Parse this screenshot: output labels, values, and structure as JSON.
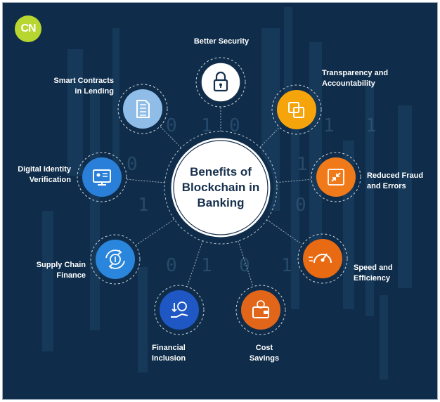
{
  "logo": {
    "text": "CN",
    "color": "#b7d630"
  },
  "hub": {
    "title": "Benefits of\nBlockchain in\nBanking"
  },
  "colors": {
    "background": "#0f2d4a",
    "blue": "#2a7fd4",
    "orange": "#f07a1a",
    "gold": "#f5a40c",
    "white": "#ffffff"
  },
  "benefits": [
    {
      "label": "Better Security",
      "icon": "lock-icon",
      "color": "#ffffff"
    },
    {
      "label": "Transparency and\nAccountability",
      "icon": "overlapping-squares-icon",
      "color": "#f5a40c"
    },
    {
      "label": "Reduced Fraud\nand Errors",
      "icon": "shrink-arrows-icon",
      "color": "#f07a1a"
    },
    {
      "label": "Speed and\nEfficiency",
      "icon": "speedometer-icon",
      "color": "#e86a12"
    },
    {
      "label": "Cost\nSavings",
      "icon": "wallet-icon",
      "color": "#e2661a"
    },
    {
      "label": "Financial\nInclusion",
      "icon": "hand-money-icon",
      "color": "#1f57c4"
    },
    {
      "label": "Supply Chain\nFinance",
      "icon": "dollar-cycle-icon",
      "color": "#2a86dc"
    },
    {
      "label": "Digital Identity\nVerification",
      "icon": "id-monitor-icon",
      "color": "#2a80d8"
    },
    {
      "label": "Smart Contracts\nin Lending",
      "icon": "document-icon",
      "color": "#8fbde8"
    }
  ]
}
